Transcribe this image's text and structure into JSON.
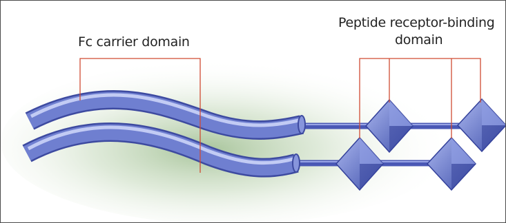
{
  "labels": {
    "fc_carrier": "Fc carrier domain",
    "peptide_line1": "Peptide receptor-binding",
    "peptide_line2": "domain"
  },
  "colors": {
    "tube": "#6f7fd0",
    "tube_dark": "#3d4aa0",
    "tube_light": "#c2cbf4",
    "bracket": "#d04a32",
    "glow": "#7fa86c"
  }
}
